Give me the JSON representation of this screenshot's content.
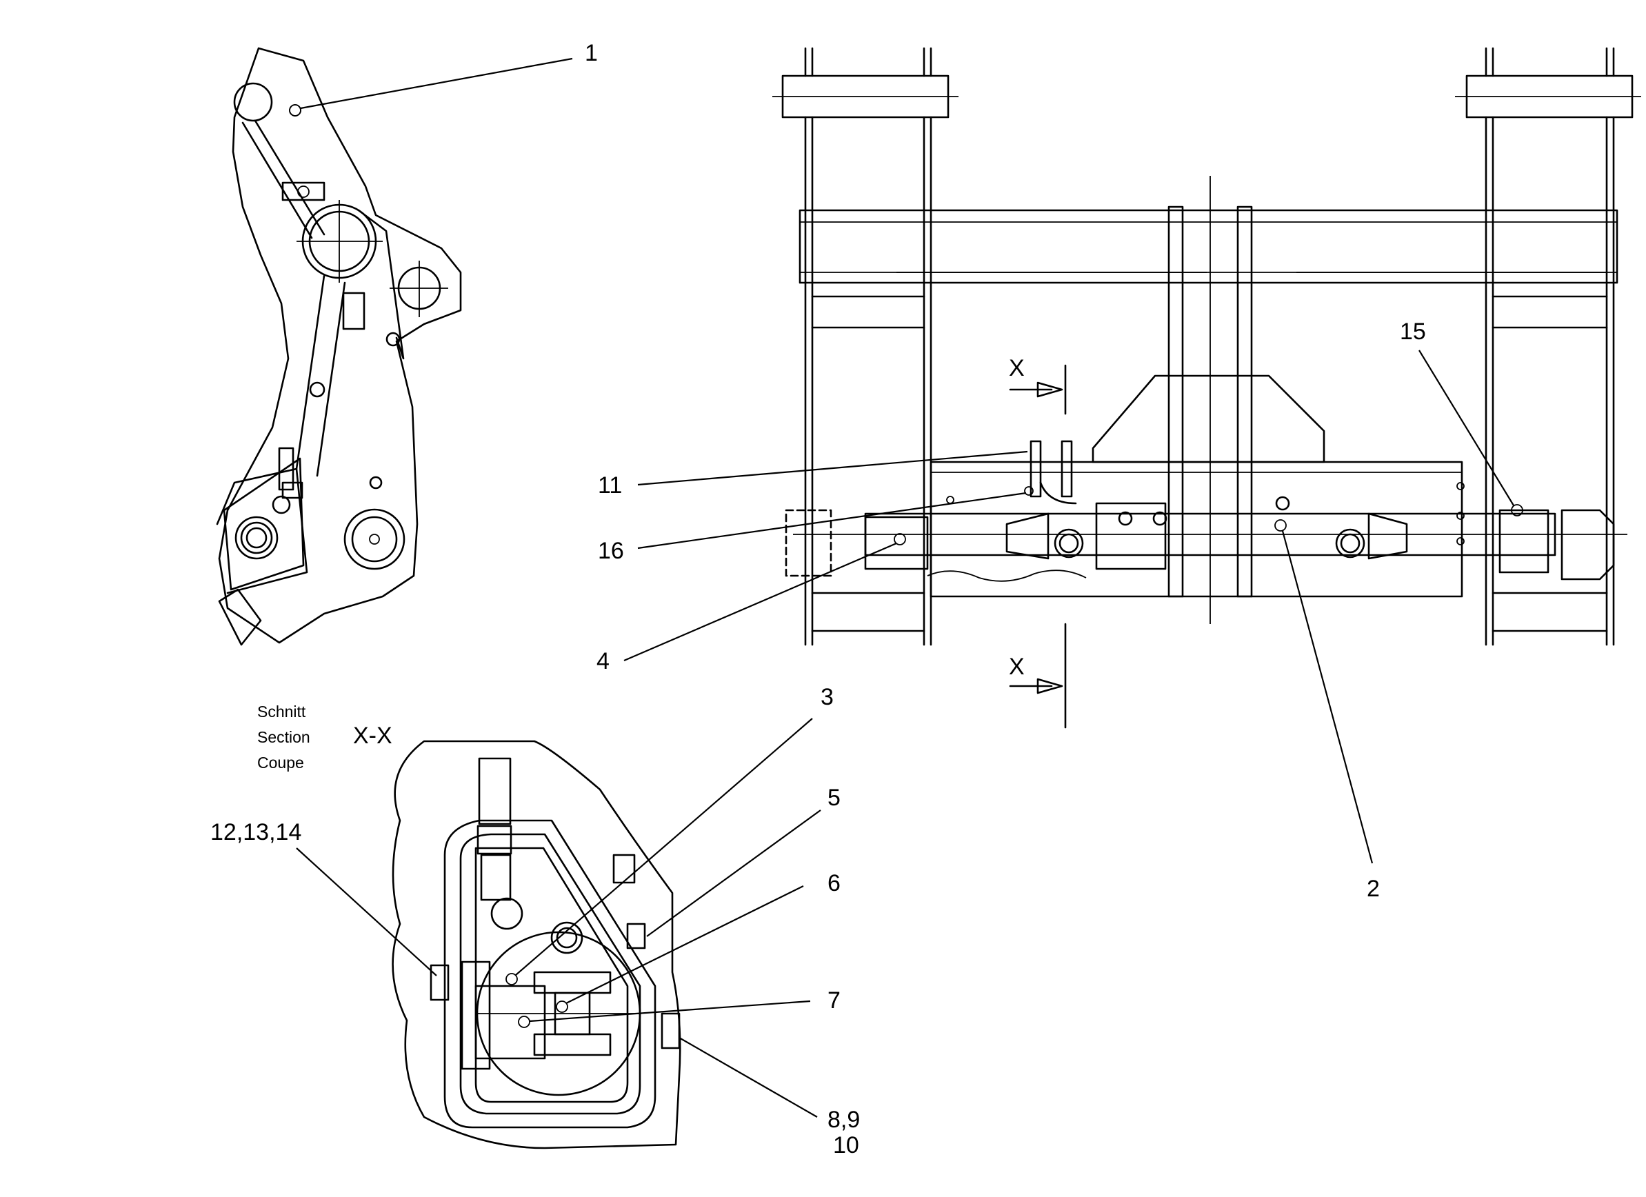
{
  "section_title": {
    "line1": "Schnitt",
    "line2": "Section",
    "line3": "Coupe",
    "mark": "X-X"
  },
  "section_markers": [
    "X",
    "X"
  ],
  "callouts": [
    "1",
    "15",
    "11",
    "16",
    "4",
    "2",
    "3",
    "5",
    "6",
    "7",
    "12,13,14",
    "8,9",
    "10"
  ]
}
